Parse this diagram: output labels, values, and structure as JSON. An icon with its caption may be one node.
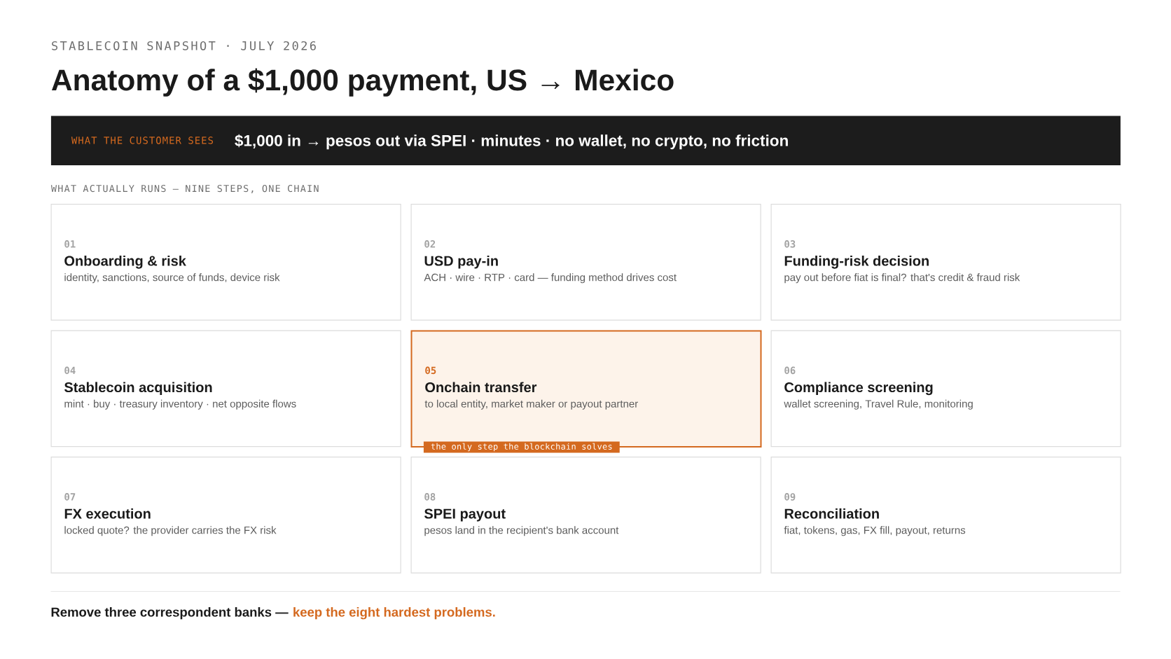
{
  "diagram": {
    "title": "Anatomy of a $1,000 payment, US → Mexico",
    "nodes": [
      {
        "text": [
          "WHAT THE CUSTOMER SEES",
          "$1,000 in → pesos out via SPEI · minutes · no wallet, no crypto, no friction"
        ]
      },
      {
        "text": [
          "01",
          "Onboarding & risk",
          "identity, sanctions, source of funds, device risk"
        ]
      },
      {
        "text": [
          "02",
          "USD pay-in",
          "ACH · wire · RTP · card — funding method drives cost"
        ]
      },
      {
        "text": [
          "03",
          "Funding-risk decision",
          "pay out before fiat is final? that's credit & fraud risk"
        ]
      },
      {
        "text": [
          "04",
          "Stablecoin acquisition",
          "mint · buy · treasury inventory · net opposite flows"
        ]
      },
      {
        "text": [
          "05",
          "Onchain transfer",
          "to local entity, market maker or payout partner"
        ],
        "beside": [
          "the only step the blockchain solves"
        ]
      },
      {
        "text": [
          "06",
          "Compliance screening",
          "wallet screening, Travel Rule, monitoring"
        ]
      },
      {
        "text": [
          "07",
          "FX execution",
          "locked quote? the provider carries the FX risk"
        ]
      },
      {
        "text": [
          "08",
          "SPEI payout",
          "pesos land in the recipient's bank account"
        ]
      },
      {
        "text": [
          "09",
          "Reconciliation",
          "fiat, tokens, gas, FX fill, payout, returns"
        ]
      }
    ],
    "labels": [
      "STABLECOIN SNAPSHOT · JULY 2026",
      "WHAT ACTUALLY RUNS — NINE STEPS, ONE CHAIN",
      "Remove three correspondent banks —",
      "keep the eight hardest problems."
    ]
  }
}
